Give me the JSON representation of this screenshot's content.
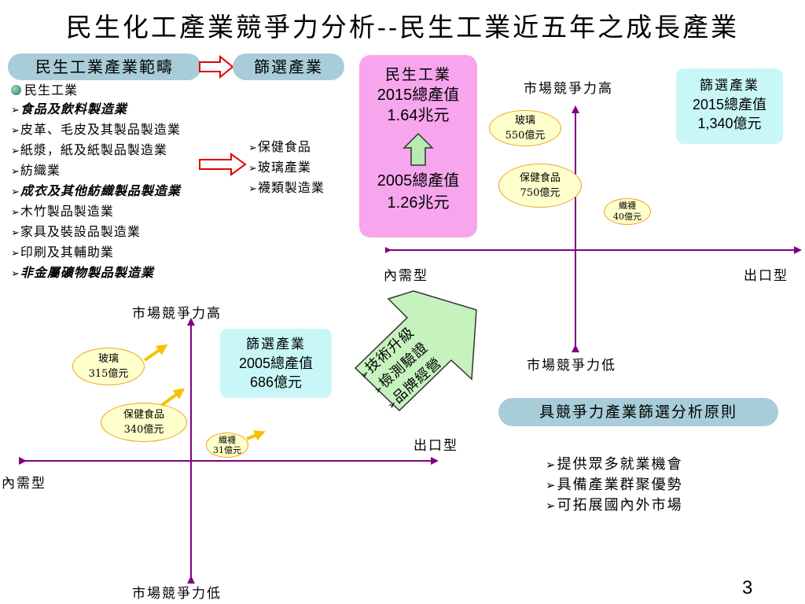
{
  "title": "民生化工產業競爭力分析--民生工業近五年之成長產業",
  "scope_label": "民生工業產業範疇",
  "screen_label": "篩選產業",
  "industry_list": {
    "header": "民生工業",
    "items": [
      {
        "text": "食品及飲料製造業",
        "emphasis": true
      },
      {
        "text": "皮革、毛皮及其製品製造業",
        "emphasis": false
      },
      {
        "text": "紙漿，紙及紙製品製造業",
        "emphasis": false
      },
      {
        "text": "紡織業",
        "emphasis": false
      },
      {
        "text": "成衣及其他紡織製品製造業",
        "emphasis": true
      },
      {
        "text": "木竹製品製造業",
        "emphasis": false
      },
      {
        "text": "家具及裝設品製造業",
        "emphasis": false
      },
      {
        "text": "印刷及其輔助業",
        "emphasis": false
      },
      {
        "text": "非金屬礦物製品製造業",
        "emphasis": true
      }
    ]
  },
  "selected_list": [
    "保健食品",
    "玻璃產業",
    "襪類製造業"
  ],
  "output_box": {
    "line1": "民生工業",
    "line2": "2015總產值",
    "line3": "1.64兆元",
    "line4": "2005總產值",
    "line5": "1.26兆元"
  },
  "matrix_2015": {
    "y_high": "市場競爭力高",
    "y_low": "市場競爭力低",
    "x_left": "內需型",
    "x_right": "出口型",
    "info": {
      "line1": "篩選產業",
      "line2": "2015總產值",
      "line3": "1,340億元"
    },
    "bubbles": [
      {
        "name": "玻璃",
        "value": "550億元"
      },
      {
        "name": "保健食品",
        "value": "750億元"
      },
      {
        "name": "織襪",
        "value": "40億元"
      }
    ]
  },
  "matrix_2005": {
    "y_high": "市場競爭力高",
    "y_low": "市場競爭力低",
    "x_left": "內需型",
    "x_right": "出口型",
    "info": {
      "line1": "篩選產業",
      "line2": "2005總產值",
      "line3": "686億元"
    },
    "bubbles": [
      {
        "name": "玻璃",
        "value": "315億元"
      },
      {
        "name": "保健食品",
        "value": "340億元"
      },
      {
        "name": "織襪",
        "value": "31億元"
      }
    ]
  },
  "upgrade_arrow": [
    "技術升級",
    "檢測驗證",
    "品牌經營"
  ],
  "principles_title": "具競爭力產業篩選分析原則",
  "principles": [
    "提供眾多就業機會",
    "具備產業群聚優勢",
    "可拓展國內外市場"
  ],
  "page_number": "3",
  "colors": {
    "pill": "#a9cdd8",
    "pink_box": "#f7a6ee",
    "info_box": "#c9f7f7",
    "axis": "#800080",
    "bubble_fill": "#ffffcc",
    "bubble_border": "#f0a020",
    "growth_arrow": "#f5c200",
    "red_arrow": "#e00000",
    "green_arrow": "#b7ebb0"
  }
}
